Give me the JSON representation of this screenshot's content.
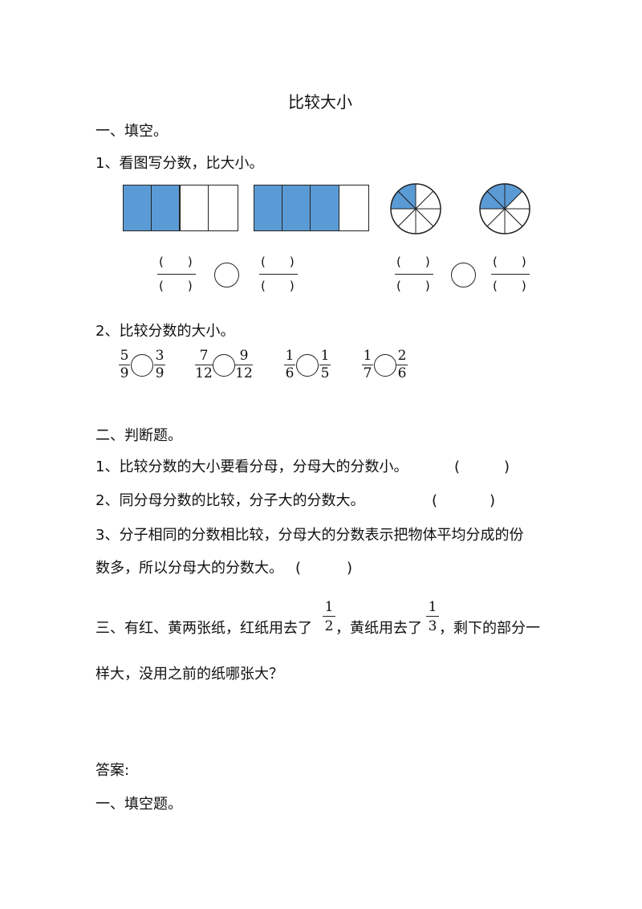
{
  "title": "比较大小",
  "section1": {
    "heading": "一、填空。",
    "q1": "1、看图写分数，比大小。",
    "q2": "2、比较分数的大小。",
    "paren_top": "(　　)",
    "paren_bottom": "(　　)",
    "comparisons": [
      {
        "left": {
          "num": "5",
          "den": "9"
        },
        "right": {
          "num": "3",
          "den": "9"
        }
      },
      {
        "left": {
          "num": "7",
          "den": "12"
        },
        "right": {
          "num": "9",
          "den": "12"
        }
      },
      {
        "left": {
          "num": "1",
          "den": "6"
        },
        "right": {
          "num": "1",
          "den": "5"
        }
      },
      {
        "left": {
          "num": "1",
          "den": "7"
        },
        "right": {
          "num": "2",
          "den": "6"
        }
      }
    ],
    "figures": {
      "bar1": {
        "parts": 4,
        "shaded": 2
      },
      "bar2": {
        "parts": 4,
        "shaded": 3
      },
      "pie1": {
        "parts": 8,
        "shaded": 2
      },
      "pie2": {
        "parts": 8,
        "shaded": 3
      }
    }
  },
  "section2": {
    "heading": "二、判断题。",
    "items": [
      "1、比较分数的大小要看分母，分母大的分数小。",
      "2、同分母分数的比较，分子大的分数大。",
      "3、分子相同的分数相比较，分母大的分数表示把物体平均分成的份",
      "数多，所以分母大的分数大。"
    ],
    "paren_open": "(",
    "paren_close": ")"
  },
  "section3": {
    "part1": "三、有红、黄两张纸，红纸用去了",
    "frac1": {
      "num": "1",
      "den": "2"
    },
    "part2": "，黄纸用去了",
    "frac2": {
      "num": "1",
      "den": "3"
    },
    "part3": "，剩下的部分一",
    "line2": "样大，没用之前的纸哪张大？"
  },
  "answers": {
    "heading": "答案:",
    "sub": "一、填空题。"
  },
  "colors": {
    "fill": "#5b9bd5",
    "stroke": "#222222"
  }
}
